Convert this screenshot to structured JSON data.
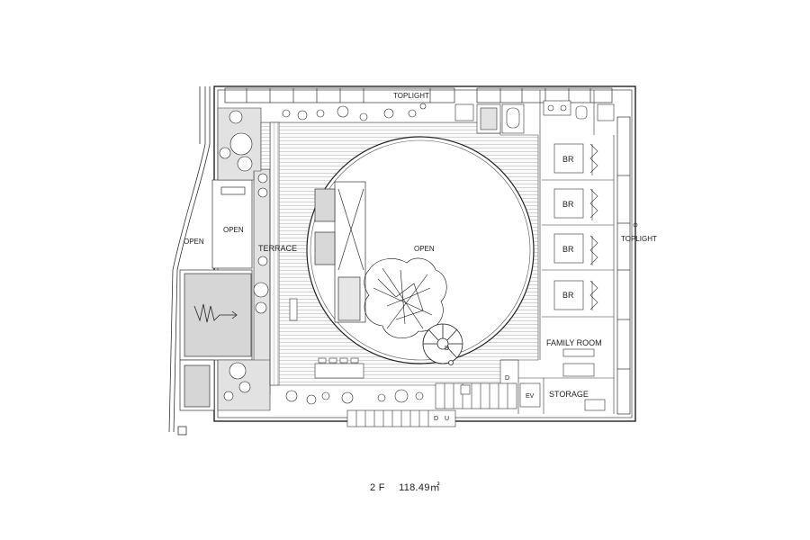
{
  "plan": {
    "labels": {
      "toplight_top": "TOPLIGHT",
      "toplight_right": "TOPLIGHT",
      "open_left": "OPEN",
      "open_mid": "OPEN",
      "open_center": "OPEN",
      "terrace": "TERRACE",
      "br1": "BR",
      "br2": "BR",
      "br3": "BR",
      "br4": "BR",
      "family_room": "FAMILY ROOM",
      "storage": "STORAGE",
      "ev": "EV",
      "d_stair": "D",
      "d_lower": "D",
      "stair_d": "D",
      "stair_u": "U"
    }
  },
  "caption": {
    "floor": "2 F",
    "area": "118.49㎡"
  }
}
